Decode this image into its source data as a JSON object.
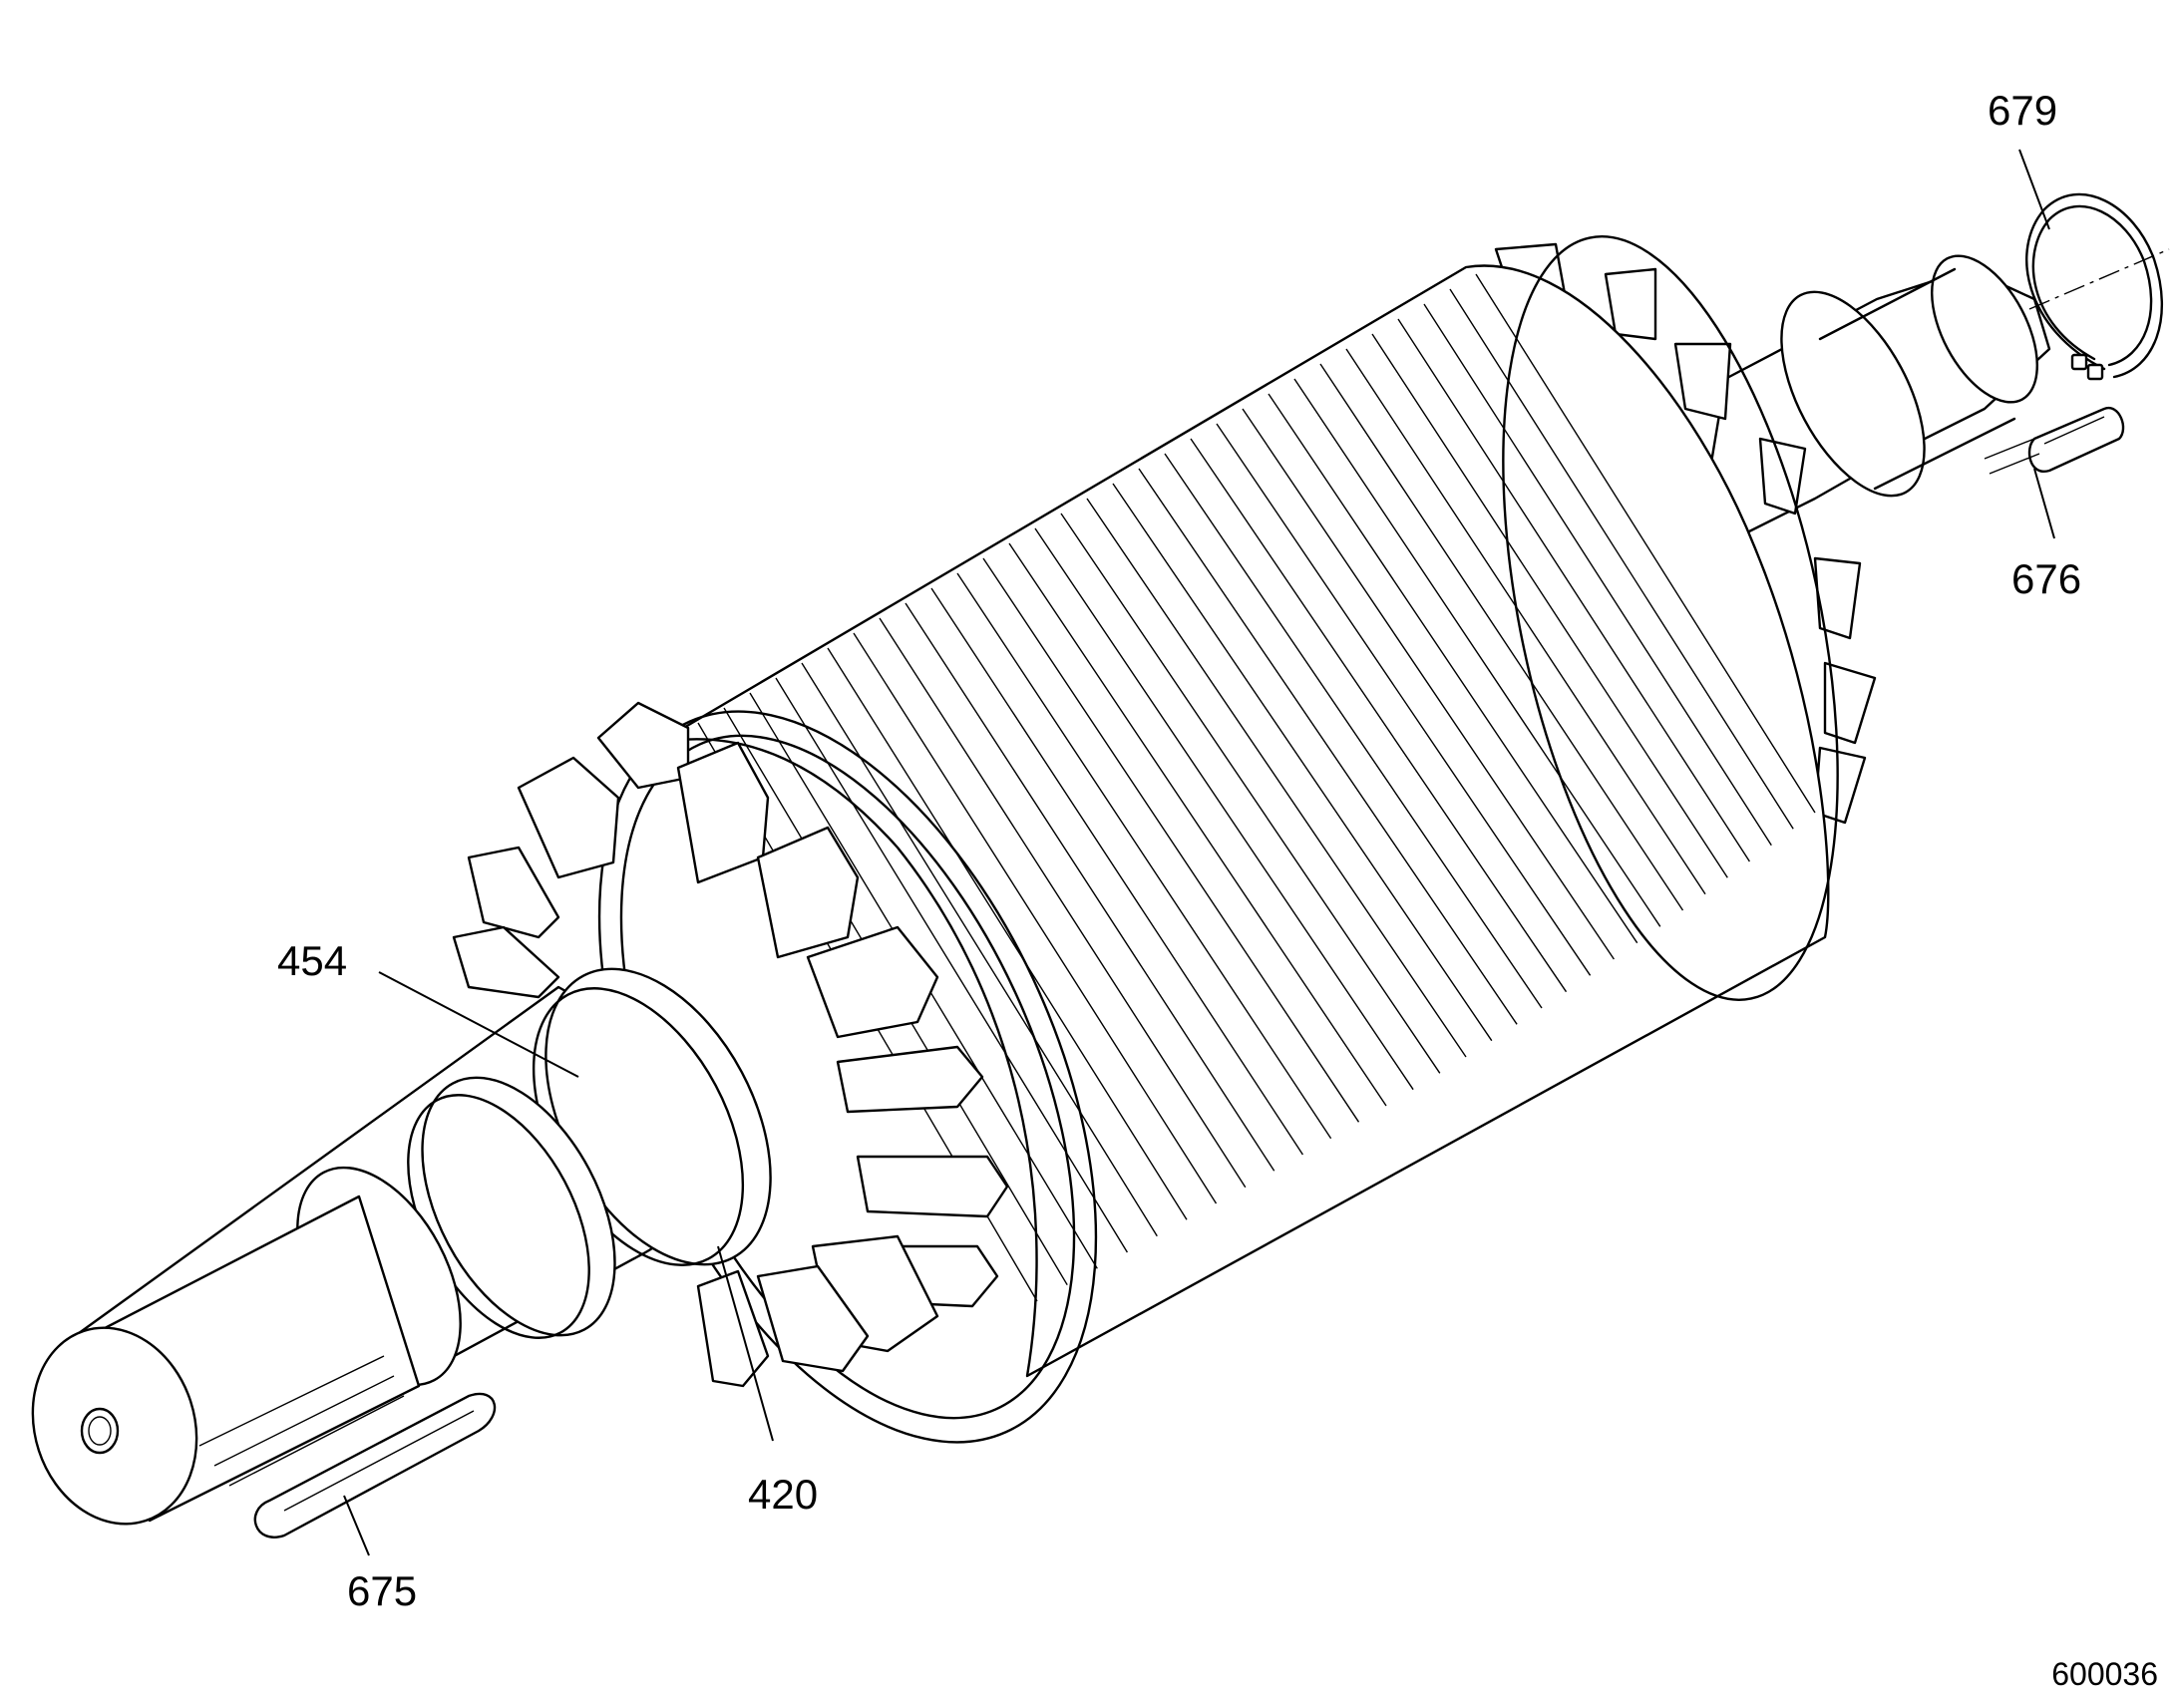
{
  "callouts": [
    {
      "id": "679",
      "label": "679"
    },
    {
      "id": "676",
      "label": "676"
    },
    {
      "id": "454",
      "label": "454"
    },
    {
      "id": "420",
      "label": "420"
    },
    {
      "id": "675",
      "label": "675"
    }
  ],
  "drawing_number": "600036"
}
